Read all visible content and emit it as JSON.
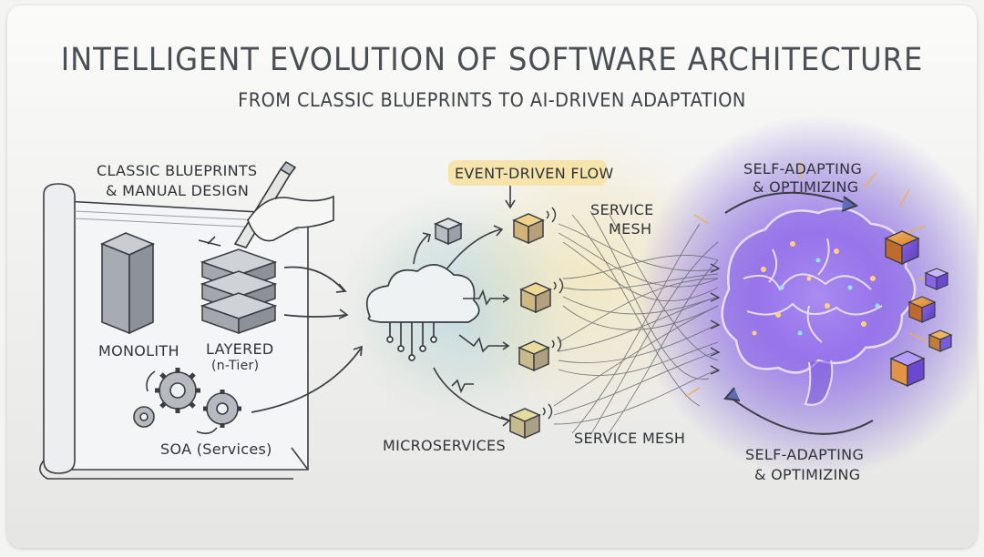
{
  "title": "INTELLIGENT EVOLUTION OF SOFTWARE ARCHITECTURE",
  "subtitle": "FROM CLASSIC BLUEPRINTS TO AI-DRIVEN ADAPTATION",
  "classic": {
    "heading_line1": "CLASSIC BLUEPRINTS",
    "heading_line2": "& MANUAL DESIGN",
    "monolith": "MONOLITH",
    "layered": "LAYERED",
    "layered_sub": "(n-Tier)",
    "soa": "SOA (Services)"
  },
  "middle": {
    "event_flow": "EVENT-DRIVEN FLOW",
    "service_mesh_line1": "SERVICE",
    "service_mesh_line2": "MESH",
    "microservices": "MICROSERVICES",
    "service_mesh_bottom": "SERVICE MESH"
  },
  "ai": {
    "top_line1": "SELF-ADAPTING",
    "top_line2": "& OPTIMIZING",
    "bottom_line1": "SELF-ADAPTING",
    "bottom_line2": "& OPTIMIZING"
  },
  "colors": {
    "ink": "#3a3d42",
    "brain_glow": "#8a5cf0",
    "cube_orange": "#e79a3a",
    "cube_purple": "#7a5ae0",
    "event_highlight": "#f6e2a4"
  }
}
